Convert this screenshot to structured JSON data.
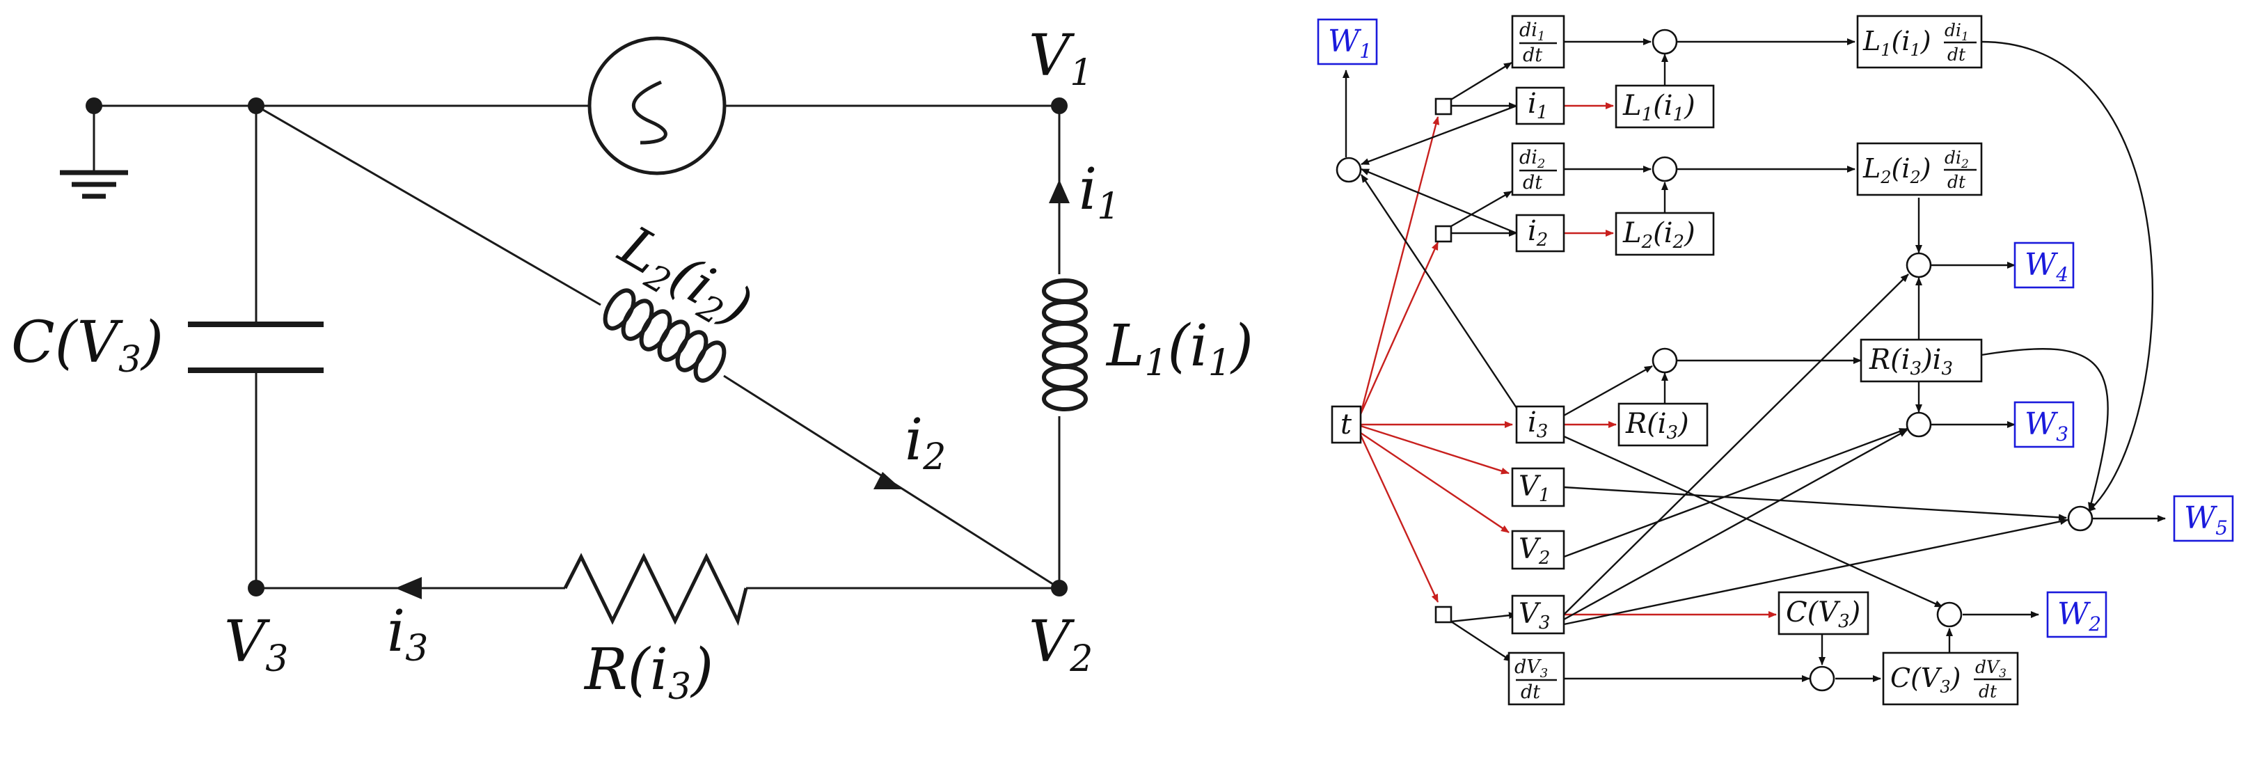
{
  "circuit": {
    "labels": {
      "v1": "V",
      "v1_sub": "1",
      "v2": "V",
      "v2_sub": "2",
      "v3": "V",
      "v3_sub": "3",
      "i1": "i",
      "i1_sub": "1",
      "i2": "i",
      "i2_sub": "2",
      "i3": "i",
      "i3_sub": "3",
      "capacitor": "C(V",
      "capacitor_sub": "3",
      "capacitor_close": ")",
      "inductor1": "L",
      "inductor1_sub": "1",
      "inductor1_arg": "(i",
      "inductor1_arg_sub": "1",
      "inductor1_close": ")",
      "inductor2": "L",
      "inductor2_sub": "2",
      "inductor2_arg": "(i",
      "inductor2_arg_sub": "2",
      "inductor2_close": ")",
      "resistor": "R(i",
      "resistor_sub": "3",
      "resistor_close": ")"
    }
  },
  "graph": {
    "outputs": {
      "w1": "W",
      "w1_sub": "1",
      "w2": "W",
      "w2_sub": "2",
      "w3": "W",
      "w3_sub": "3",
      "w4": "W",
      "w4_sub": "4",
      "w5": "W",
      "w5_sub": "5"
    },
    "nodes": {
      "t": "t",
      "di1dt_num": "di",
      "di1dt_num_sub": "1",
      "di1dt_den": "dt",
      "di2dt_num": "di",
      "di2dt_num_sub": "2",
      "di2dt_den": "dt",
      "dv3dt_num": "dV",
      "dv3dt_num_sub": "3",
      "dv3dt_den": "dt",
      "i1": "i",
      "i1_sub": "1",
      "i2": "i",
      "i2_sub": "2",
      "i3": "i",
      "i3_sub": "3",
      "v1": "V",
      "v1_sub": "1",
      "v2": "V",
      "v2_sub": "2",
      "v3": "V",
      "v3_sub": "3",
      "l1": "L",
      "l1_sub": "1",
      "l1_arg": "(i",
      "l1_arg_sub": "1",
      "l1_close": ")",
      "l2": "L",
      "l2_sub": "2",
      "l2_arg": "(i",
      "l2_arg_sub": "2",
      "l2_close": ")",
      "r": "R(i",
      "r_sub": "3",
      "r_close": ")",
      "c": "C(V",
      "c_sub": "3",
      "c_close": ")",
      "l1di": "L",
      "l1di_sub": "1",
      "l1di_arg": "(i",
      "l1di_arg_sub": "1",
      "l1di_close": ")",
      "l1di_num": "di",
      "l1di_num_sub": "1",
      "l1di_den": "dt",
      "l2di": "L",
      "l2di_sub": "2",
      "l2di_arg": "(i",
      "l2di_arg_sub": "2",
      "l2di_close": ")",
      "l2di_num": "di",
      "l2di_num_sub": "2",
      "l2di_den": "dt",
      "ri": "R(i",
      "ri_sub": "3",
      "ri_close": ")i",
      "ri_tail_sub": "3",
      "cdv": "C(V",
      "cdv_sub": "3",
      "cdv_close": ")",
      "cdv_num": "dV",
      "cdv_num_sub": "3",
      "cdv_den": "dt"
    },
    "colors": {
      "red_edge": "#c8201e",
      "output": "#1a1adc",
      "black": "#111111"
    }
  }
}
